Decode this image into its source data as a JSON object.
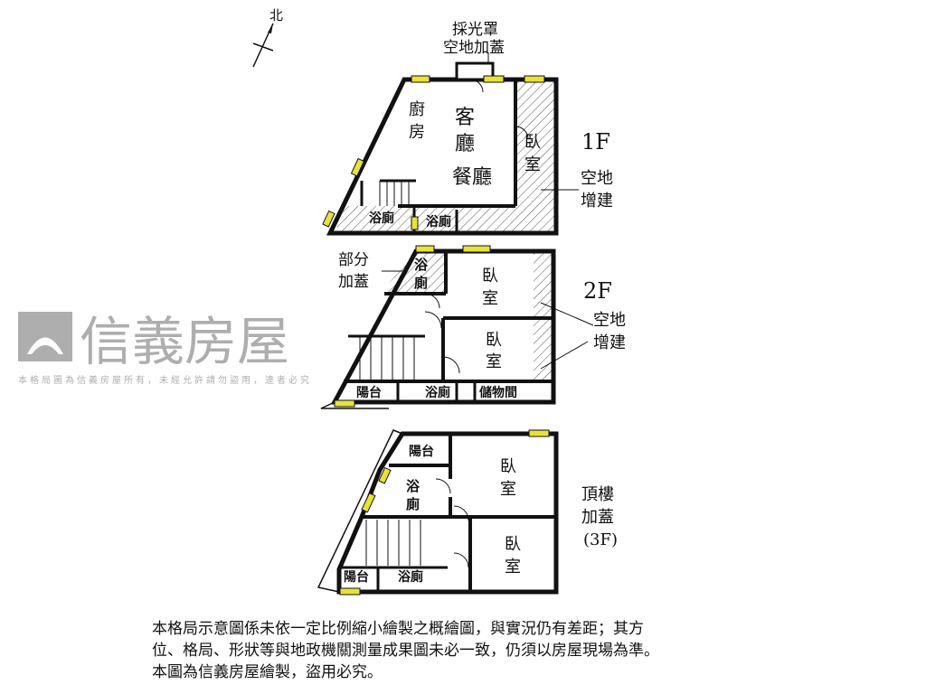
{
  "compass": {
    "label": "北"
  },
  "floor1": {
    "floor_label": "1F",
    "skylight": [
      "採光罩",
      "空地加蓋"
    ],
    "rooms": {
      "kitchen": [
        "廚",
        "房"
      ],
      "living": [
        "客",
        "廳"
      ],
      "dining": "餐廳",
      "bedroom": [
        "臥",
        "室"
      ],
      "bath1": "浴廁",
      "bath2": "浴廁"
    },
    "annex": [
      "空地",
      "增建"
    ]
  },
  "floor2": {
    "floor_label": "2F",
    "partial_cover": [
      "部分",
      "加蓋"
    ],
    "rooms": {
      "bath_top": [
        "浴",
        "廁"
      ],
      "bedroom1": [
        "臥",
        "室"
      ],
      "bedroom2": [
        "臥",
        "室"
      ],
      "balcony": "陽台",
      "bath": "浴廁",
      "storage": "儲物間"
    },
    "annex": [
      "空地",
      "增建"
    ]
  },
  "floor3": {
    "rooms": {
      "balcony_top": "陽台",
      "bath_top": [
        "浴",
        "廁"
      ],
      "bedroom1": [
        "臥",
        "室"
      ],
      "bedroom2": [
        "臥",
        "室"
      ],
      "balcony": "陽台",
      "bath": "浴廁"
    },
    "annex": [
      "頂樓",
      "加蓋",
      "(3F)"
    ]
  },
  "watermark": {
    "brand": "信義房屋",
    "line": "本格局圖為信義房屋所有，未經允許請勿盜用，違者必究"
  },
  "notes": [
    "本格局示意圖係未依一定比例縮小繪製之概繪圖，與實況仍有差距；其方",
    "位、格局、形狀等與地政機關測量成果圖未必一致，仍須以房屋現場為準。",
    "本圖為信義房屋繪製，盜用必究。"
  ],
  "colors": {
    "wall": "#111111",
    "window": "#e8e23a",
    "watermark": "#7a7a7a"
  }
}
